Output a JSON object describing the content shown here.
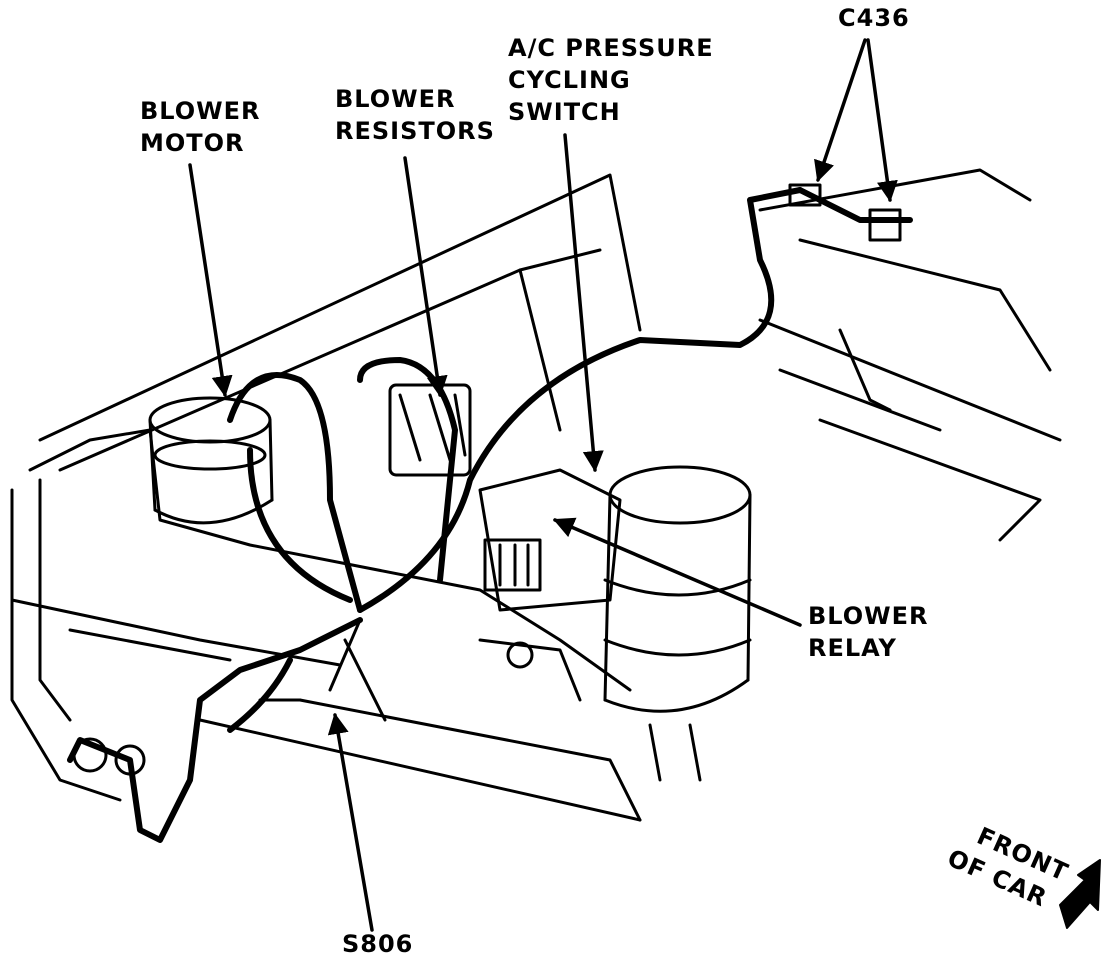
{
  "labels": {
    "blower_motor": [
      "BLOWER",
      "MOTOR"
    ],
    "blower_resistors": [
      "BLOWER",
      "RESISTORS"
    ],
    "ac_switch": [
      "A/C PRESSURE",
      "CYCLING",
      "SWITCH"
    ],
    "c436": "C436",
    "blower_relay": [
      "BLOWER",
      "RELAY"
    ],
    "s806": "S806",
    "front_of_car": [
      "FRONT",
      "OF CAR"
    ]
  },
  "colors": {
    "ink": "#000000",
    "paper": "#ffffff"
  }
}
